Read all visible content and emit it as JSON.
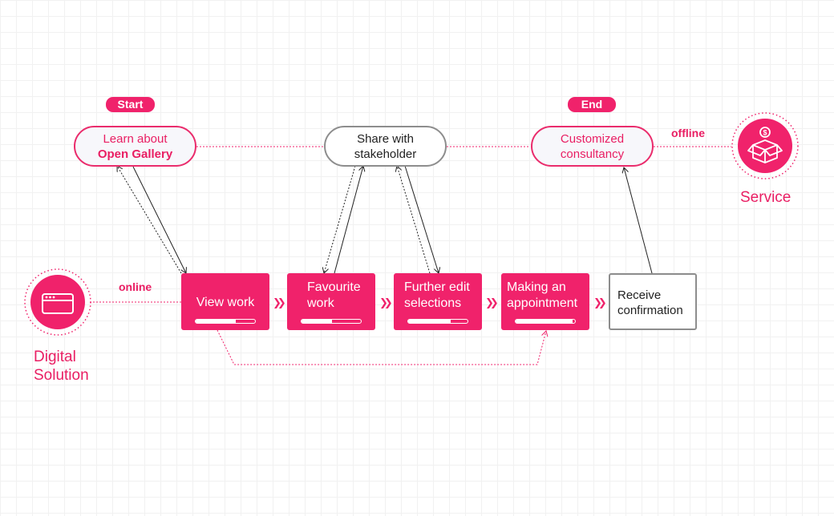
{
  "badges": {
    "start": "Start",
    "end": "End"
  },
  "nodes": {
    "learn": {
      "line1": "Learn about",
      "line2": "Open Gallery"
    },
    "share": {
      "line1": "Share with",
      "line2": "stakeholder"
    },
    "consult": {
      "line1": "Customized",
      "line2": "consultancy"
    }
  },
  "steps": [
    {
      "line1": "View work",
      "line2": "",
      "progress": 0.68
    },
    {
      "line1": "Favourite",
      "line2": "work",
      "progress": 0.52
    },
    {
      "line1": "Further edit",
      "line2": "selections",
      "progress": 0.72
    },
    {
      "line1": "Making an",
      "line2": "appointment",
      "progress": 0.96
    },
    {
      "line1": "Receive",
      "line2": "confirmation"
    }
  ],
  "connectors": {
    "online": "online",
    "offline": "offline"
  },
  "channels": {
    "digital": {
      "line1": "Digital",
      "line2": "Solution",
      "icon": "browser-window-icon"
    },
    "service": {
      "line1": "Service",
      "icon": "open-box-dollar-icon"
    }
  },
  "colors": {
    "accent": "#f0226b",
    "gray": "#8d8d8d",
    "text": "#222222"
  }
}
